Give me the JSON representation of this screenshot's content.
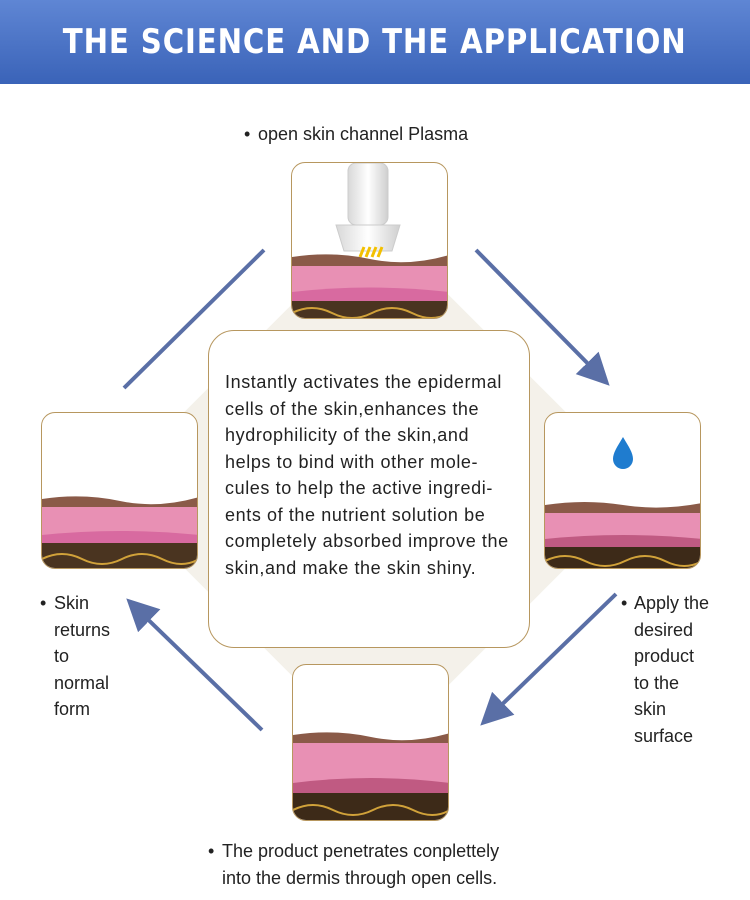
{
  "header": {
    "title": "THE SCIENCE AND THE APPLICATION"
  },
  "center_text": "Instantly activates the epidermal cells of the skin,enhances the hydrophilicity of the skin,and helps to bind with other mole-cules to help the active ingredi-ents of the nutrient solution be completely absorbed improve the skin,and make the skin shiny.",
  "steps": {
    "top": {
      "label": "open skin channel Plasma"
    },
    "right": {
      "label_lines": [
        "Apply the",
        "desired",
        "product",
        "to the",
        "skin",
        "surface"
      ]
    },
    "bottom": {
      "label_lines": [
        "The product penetrates conplettely",
        "into the dermis through open cells."
      ]
    },
    "left": {
      "label_lines": [
        "Skin",
        "returns",
        "to",
        "normal",
        "form"
      ]
    }
  },
  "colors": {
    "header": "#4a72c4",
    "arrow": "#5a6fa6",
    "card_border": "#b7975f",
    "diamond": "#f4f1ea"
  },
  "icons": {
    "arrow": "arrow-icon",
    "droplet": "water-droplet-icon",
    "device": "plasma-device-icon"
  }
}
